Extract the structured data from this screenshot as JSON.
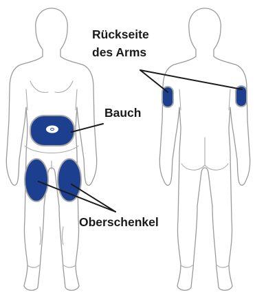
{
  "colors": {
    "site_fill": "#1c3f8f",
    "body_outline": "#9a9a9a",
    "leader_line": "#1a1a1a",
    "label_text": "#1a1a1a"
  },
  "labels": {
    "back_of_arm_line1": "Rückseite",
    "back_of_arm_line2": "des Arms",
    "abdomen": "Bauch",
    "thigh": "Oberschenkel"
  }
}
